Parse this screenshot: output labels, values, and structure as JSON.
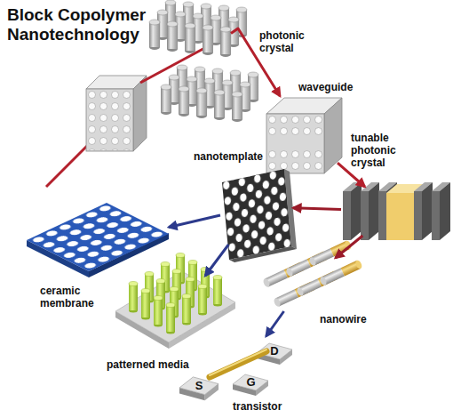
{
  "diagram": {
    "title": "Block Copolymer Nanotechnology",
    "nodes": [
      {
        "text": [
          "photonic crystal"
        ]
      },
      {
        "text": [
          "waveguide"
        ]
      },
      {
        "text": [
          "tunable photonic crystal"
        ]
      },
      {
        "text": [
          "nanotemplate"
        ]
      },
      {
        "text": [
          "nanowire"
        ]
      },
      {
        "text": [
          "ceramic membrane"
        ]
      },
      {
        "text": [
          "patterned media"
        ]
      },
      {
        "text": [
          "transistor"
        ]
      },
      {
        "text": [
          "D"
        ],
        "in": 7
      },
      {
        "text": [
          "S"
        ],
        "in": 7
      },
      {
        "text": [
          "G"
        ],
        "in": 7
      }
    ],
    "edges": [
      {
        "from": 0,
        "to": 1,
        "arrow": "to"
      },
      {
        "from": 1,
        "to": 2,
        "arrow": "to"
      },
      {
        "from": 2,
        "to": 3,
        "arrow": "to"
      },
      {
        "from": 2,
        "to": 4,
        "arrow": "to"
      },
      {
        "from": 3,
        "to": 5,
        "arrow": "to"
      },
      {
        "from": 3,
        "to": 6,
        "arrow": "to"
      },
      {
        "from": 4,
        "to": 7,
        "arrow": "to"
      }
    ]
  }
}
